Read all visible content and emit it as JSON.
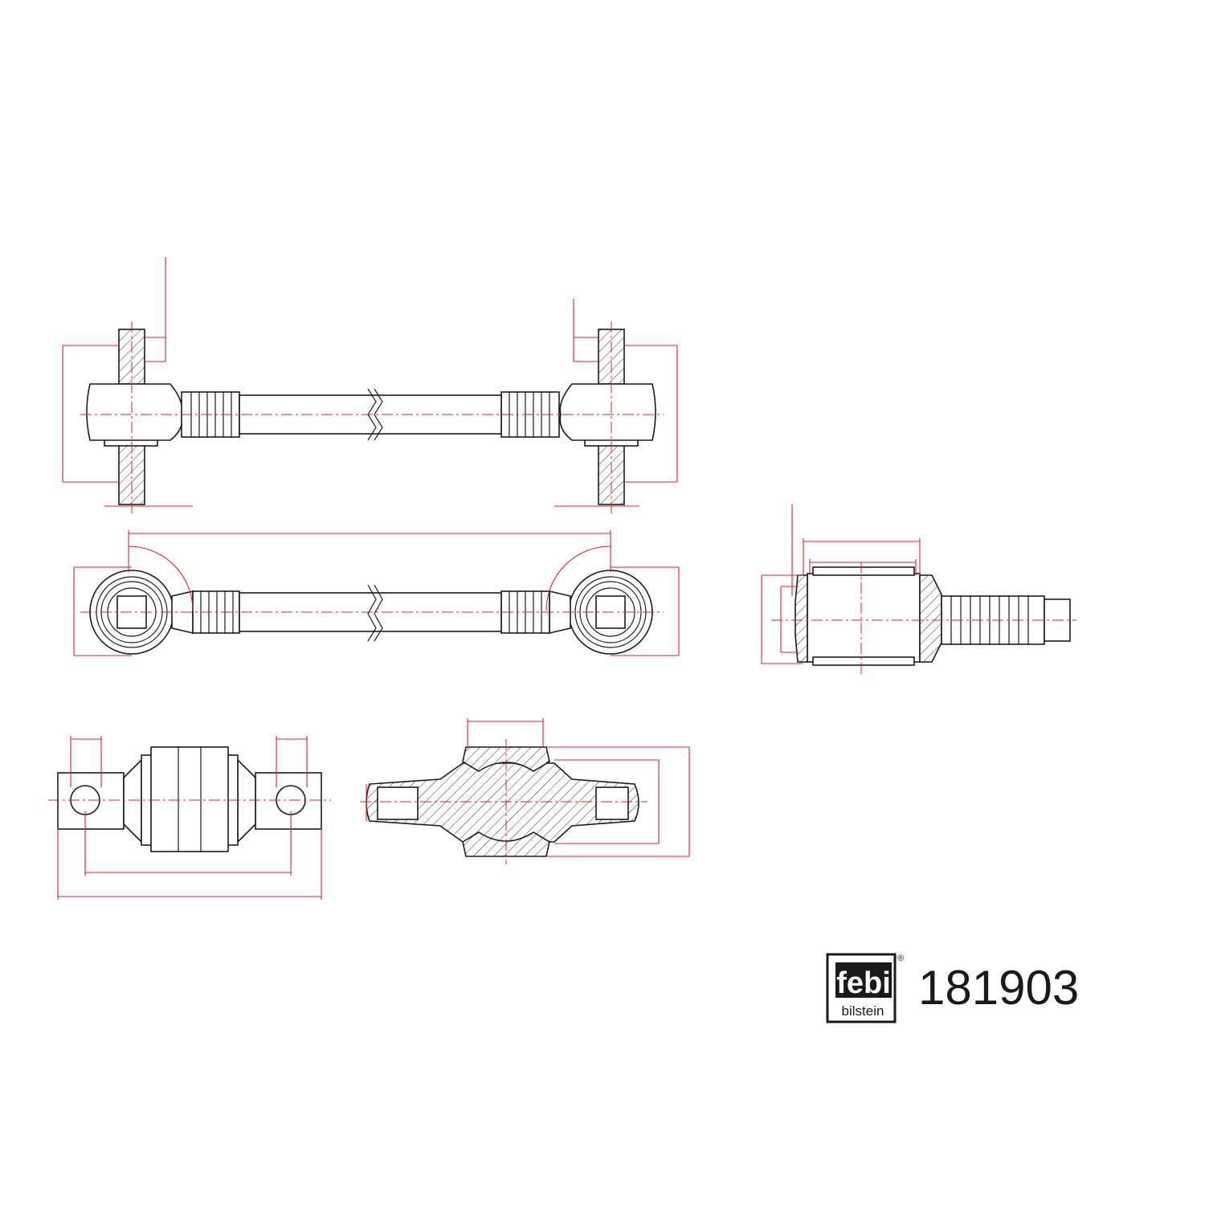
{
  "brand": {
    "logo_word": "febi",
    "logo_subword": "bilstein",
    "registered_mark": "®"
  },
  "part_number": "181903",
  "colors": {
    "outline": "#1a1a1a",
    "dimension_lines": "#d9232d",
    "background": "#ffffff"
  }
}
